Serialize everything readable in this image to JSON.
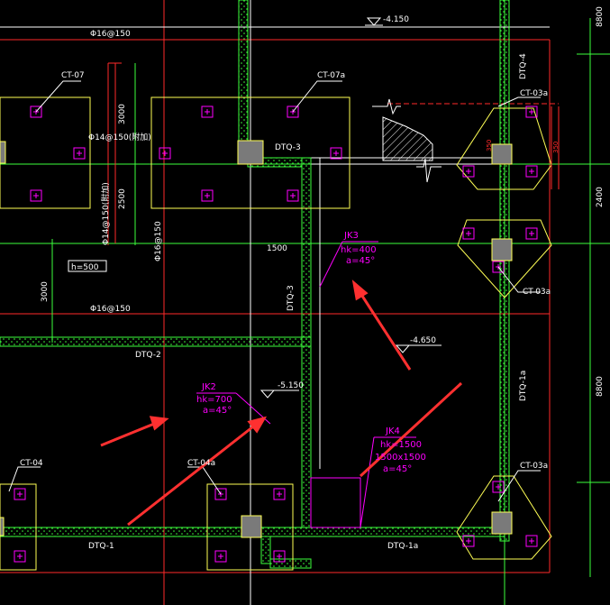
{
  "colors": {
    "background": "#000000",
    "axis_red": "#ff2a2a",
    "wall_green": "#3cff3c",
    "pile_magenta": "#ff00ff",
    "cap_yellow": "#ffff55",
    "text_white": "#ffffff",
    "column_gray": "#7a7a7a",
    "arrow_red": "#ff3030"
  },
  "labels": {
    "elev_top": "-4.150",
    "elev_mid": "-4.650",
    "elev_low": "-5.150",
    "rebar_top": "Φ16@150",
    "rebar_mid": "Φ16@150",
    "rebar_vert": "Φ16@150",
    "rebar_a": "Φ14@150(附加)",
    "rebar_b": "Φ14@150(附加)",
    "ct07": "CT-07",
    "ct07a": "CT-07a",
    "ct03a_1": "CT-03a",
    "ct03a_2": "CT-03a",
    "ct03a_3": "CT-03a",
    "ct04": "CT-04",
    "ct04a": "CT-04a",
    "dtq1": "DTQ-1",
    "dtq1a": "DTQ-1a",
    "dtq2": "DTQ-2",
    "dtq3": "DTQ-3",
    "dtq3v": "DTQ-3",
    "dtq4": "DTQ-4",
    "dtq1a_v": "DTQ-1a",
    "h_box": "h=500",
    "dim_3000a": "3000",
    "dim_2500": "2500",
    "dim_3000b": "3000",
    "dim_1500": "1500",
    "dim_2400": "2400",
    "dim_8800": "8800",
    "dim_350": "350",
    "dim_350b": "350",
    "jk3": {
      "name": "JK3",
      "hk": "hk=400",
      "a": "a=45°"
    },
    "jk2": {
      "name": "JK2",
      "hk": "hk=700",
      "a": "a=45°"
    },
    "jk4": {
      "name": "JK4",
      "hk": "hk=1500",
      "size": "1500x1500",
      "a": "a=45°"
    }
  }
}
